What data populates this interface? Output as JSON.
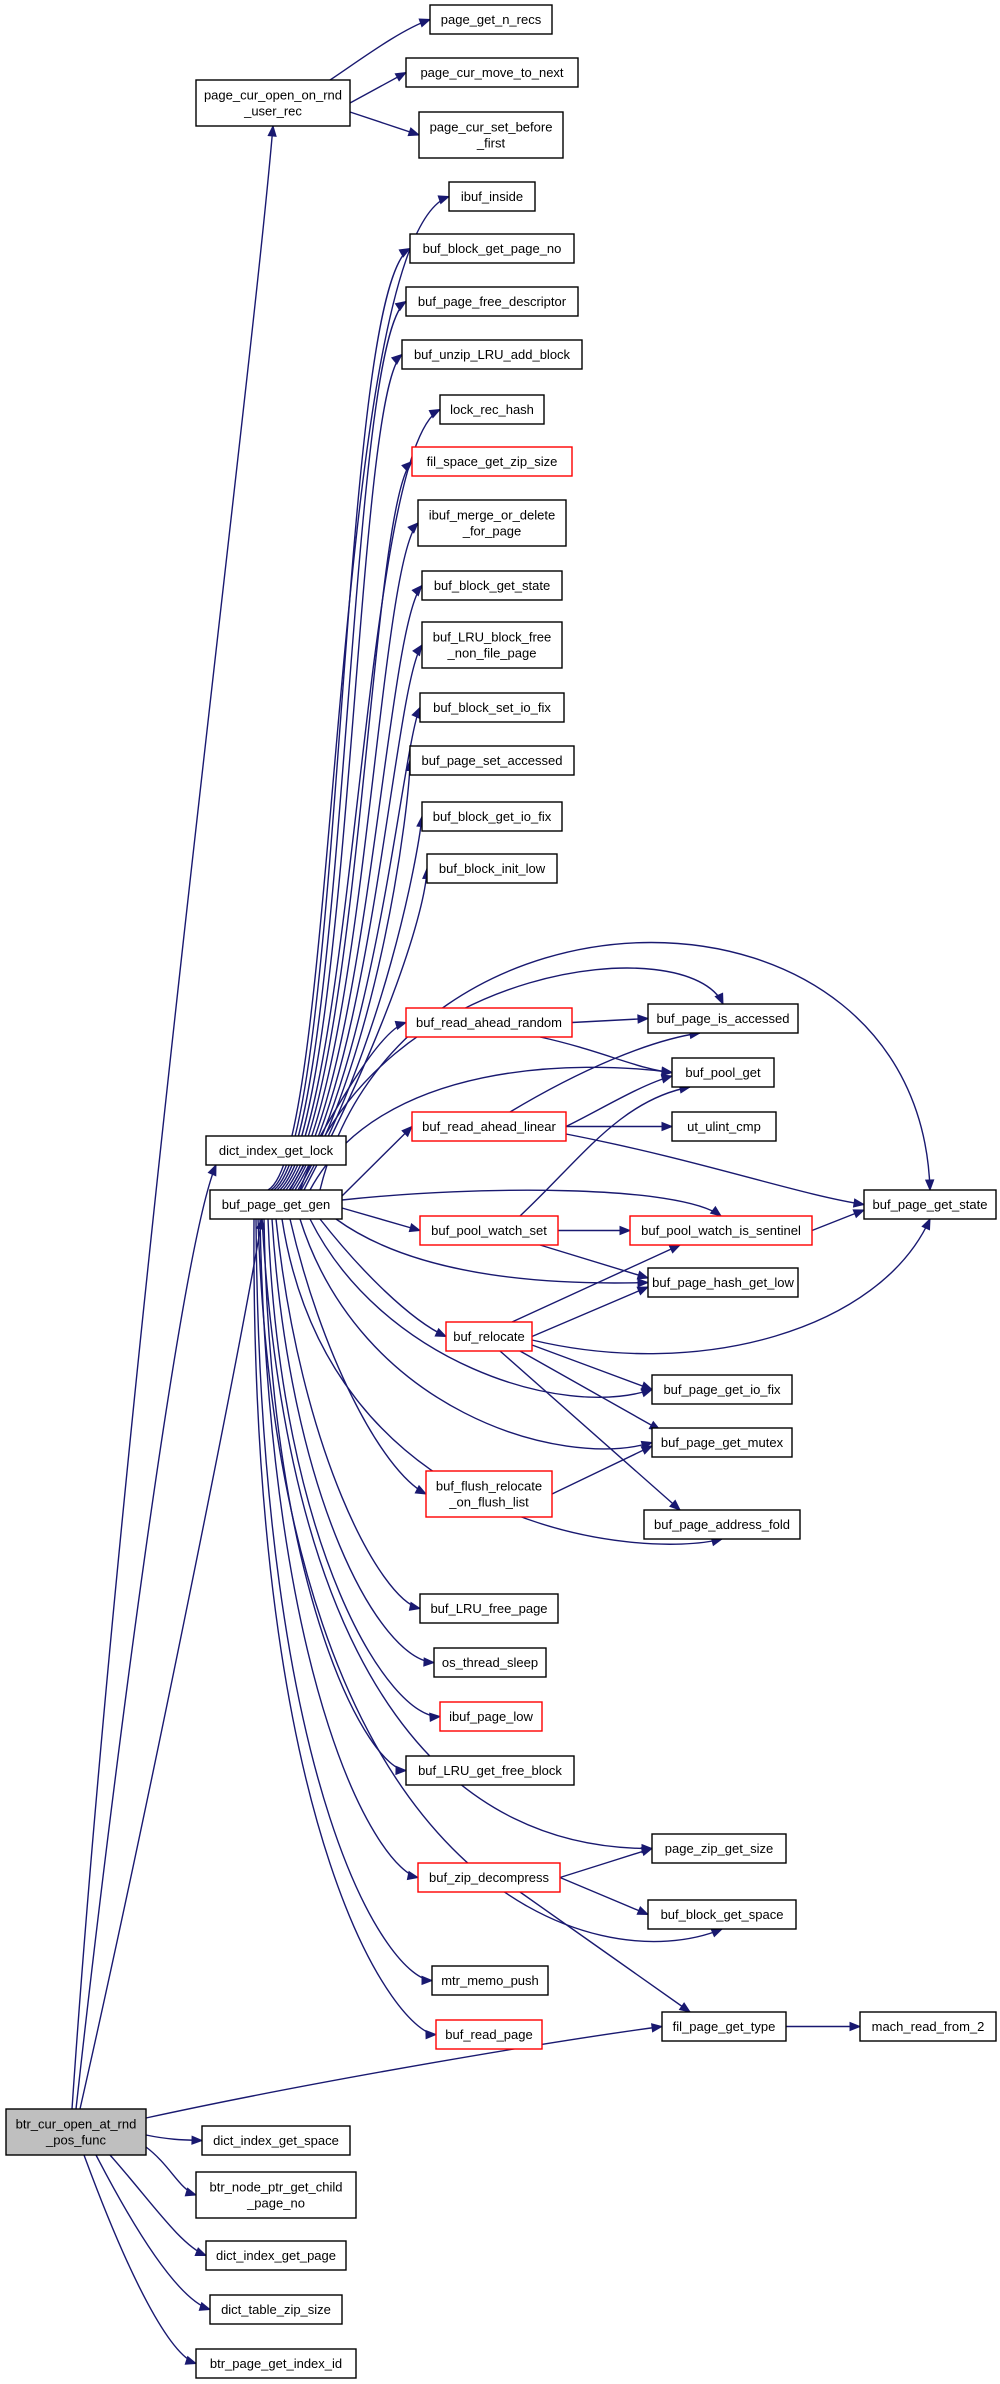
{
  "colors": {
    "edge": "#191970",
    "node_border": "#000000",
    "node_border_truncated": "#ff0000",
    "root_fill": "#bfbfbf"
  },
  "nodes": {
    "root": [
      "btr_cur_open_at_rnd",
      "_pos_func"
    ],
    "page_cur_open_on_rnd_user_rec": [
      "page_cur_open_on_rnd",
      "_user_rec"
    ],
    "page_get_n_recs": [
      "page_get_n_recs"
    ],
    "page_cur_move_to_next": [
      "page_cur_move_to_next"
    ],
    "page_cur_set_before_first": [
      "page_cur_set_before",
      "_first"
    ],
    "ibuf_inside": [
      "ibuf_inside"
    ],
    "buf_block_get_page_no": [
      "buf_block_get_page_no"
    ],
    "buf_page_free_descriptor": [
      "buf_page_free_descriptor"
    ],
    "buf_unzip_LRU_add_block": [
      "buf_unzip_LRU_add_block"
    ],
    "lock_rec_hash": [
      "lock_rec_hash"
    ],
    "fil_space_get_zip_size": [
      "fil_space_get_zip_size"
    ],
    "ibuf_merge_or_delete_for_page": [
      "ibuf_merge_or_delete",
      "_for_page"
    ],
    "buf_block_get_state": [
      "buf_block_get_state"
    ],
    "buf_LRU_block_free_non_file_page": [
      "buf_LRU_block_free",
      "_non_file_page"
    ],
    "buf_block_set_io_fix": [
      "buf_block_set_io_fix"
    ],
    "buf_page_set_accessed": [
      "buf_page_set_accessed"
    ],
    "buf_block_get_io_fix": [
      "buf_block_get_io_fix"
    ],
    "buf_block_init_low": [
      "buf_block_init_low"
    ],
    "buf_read_ahead_random": [
      "buf_read_ahead_random"
    ],
    "buf_page_is_accessed": [
      "buf_page_is_accessed"
    ],
    "buf_pool_get": [
      "buf_pool_get"
    ],
    "buf_read_ahead_linear": [
      "buf_read_ahead_linear"
    ],
    "ut_ulint_cmp": [
      "ut_ulint_cmp"
    ],
    "dict_index_get_lock": [
      "dict_index_get_lock"
    ],
    "buf_page_get_gen": [
      "buf_page_get_gen"
    ],
    "buf_page_get_state": [
      "buf_page_get_state"
    ],
    "buf_pool_watch_set": [
      "buf_pool_watch_set"
    ],
    "buf_pool_watch_is_sentinel": [
      "buf_pool_watch_is_sentinel"
    ],
    "buf_page_hash_get_low": [
      "buf_page_hash_get_low"
    ],
    "buf_relocate": [
      "buf_relocate"
    ],
    "buf_page_get_io_fix": [
      "buf_page_get_io_fix"
    ],
    "buf_page_get_mutex": [
      "buf_page_get_mutex"
    ],
    "buf_flush_relocate_on_flush_list": [
      "buf_flush_relocate",
      "_on_flush_list"
    ],
    "buf_page_address_fold": [
      "buf_page_address_fold"
    ],
    "buf_LRU_free_page": [
      "buf_LRU_free_page"
    ],
    "os_thread_sleep": [
      "os_thread_sleep"
    ],
    "ibuf_page_low": [
      "ibuf_page_low"
    ],
    "buf_LRU_get_free_block": [
      "buf_LRU_get_free_block"
    ],
    "page_zip_get_size": [
      "page_zip_get_size"
    ],
    "buf_zip_decompress": [
      "buf_zip_decompress"
    ],
    "buf_block_get_space": [
      "buf_block_get_space"
    ],
    "mtr_memo_push": [
      "mtr_memo_push"
    ],
    "buf_read_page": [
      "buf_read_page"
    ],
    "fil_page_get_type": [
      "fil_page_get_type"
    ],
    "mach_read_from_2": [
      "mach_read_from_2"
    ],
    "dict_index_get_space": [
      "dict_index_get_space"
    ],
    "btr_node_ptr_get_child_page_no": [
      "btr_node_ptr_get_child",
      "_page_no"
    ],
    "dict_index_get_page": [
      "dict_index_get_page"
    ],
    "dict_table_zip_size": [
      "dict_table_zip_size"
    ],
    "btr_page_get_index_id": [
      "btr_page_get_index_id"
    ]
  }
}
